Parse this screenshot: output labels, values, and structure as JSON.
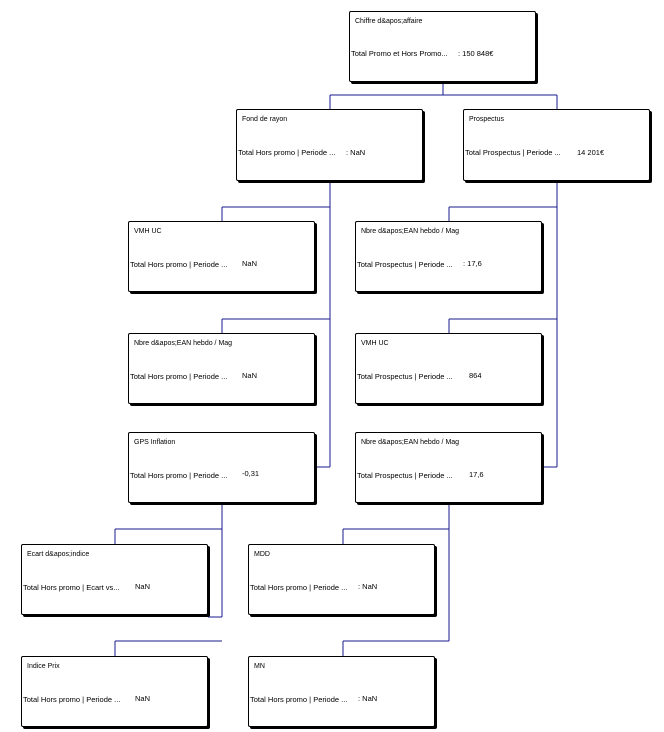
{
  "colors": {
    "connector": "#1a1a8c",
    "card_border": "#000000",
    "background": "#ffffff"
  },
  "nodes": {
    "ca": {
      "title": "Chiffre d&apos;affaire",
      "measure": "Total Promo et Hors Promo...",
      "value": ": 150 848€"
    },
    "fond": {
      "title": "Fond de rayon",
      "measure": "Total Hors promo | Periode ...",
      "value": ": NaN"
    },
    "prospectus": {
      "title": "Prospectus",
      "measure": "Total Prospectus | Periode ...",
      "value": "14 201€"
    },
    "fond_vmh": {
      "title": "VMH UC",
      "measure": "Total Hors promo | Periode ...",
      "value": "NaN"
    },
    "fond_nbre": {
      "title": "Nbre d&apos;EAN hebdo / Mag",
      "measure": "Total Hors promo | Periode ...",
      "value": "NaN"
    },
    "fond_gps": {
      "title": "GPS Inflation",
      "measure": "Total Hors promo | Periode ...",
      "value": "-0,31"
    },
    "pros_nbre1": {
      "title": "Nbre d&apos;EAN hebdo / Mag",
      "measure": "Total Prospectus | Periode ...",
      "value": ": 17,6"
    },
    "pros_vmh": {
      "title": "VMH UC",
      "measure": "Total Prospectus | Periode ...",
      "value": "864"
    },
    "pros_nbre2": {
      "title": "Nbre d&apos;EAN hebdo / Mag",
      "measure": "Total Prospectus | Periode ...",
      "value": "17,6"
    },
    "ecart": {
      "title": "Ecart d&apos;indice",
      "measure": "Total Hors promo | Ecart vs...",
      "value": "NaN"
    },
    "indice": {
      "title": "Indice Prix",
      "measure": "Total Hors promo | Periode ...",
      "value": "NaN"
    },
    "mdd": {
      "title": "MDD",
      "measure": "Total Hors promo | Periode ...",
      "value": ": NaN"
    },
    "mn": {
      "title": "MN",
      "measure": "Total Hors promo | Periode ...",
      "value": ": NaN"
    }
  }
}
